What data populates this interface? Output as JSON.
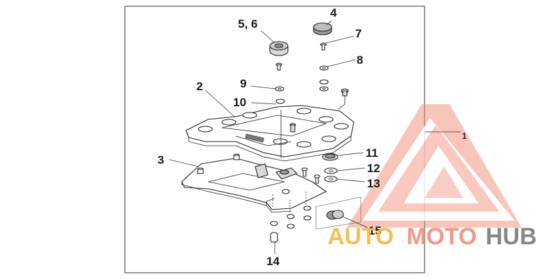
{
  "diagram": {
    "callouts": [
      {
        "id": "c4",
        "label": "4"
      },
      {
        "id": "c56",
        "label": "5, 6"
      },
      {
        "id": "c7",
        "label": "7"
      },
      {
        "id": "c8",
        "label": "8"
      },
      {
        "id": "c2",
        "label": "2"
      },
      {
        "id": "c9",
        "label": "9"
      },
      {
        "id": "c10",
        "label": "10"
      },
      {
        "id": "c3",
        "label": "3"
      },
      {
        "id": "c11",
        "label": "11"
      },
      {
        "id": "c12",
        "label": "12"
      },
      {
        "id": "c13",
        "label": "13"
      },
      {
        "id": "c14",
        "label": "14"
      },
      {
        "id": "c15",
        "label": "15"
      },
      {
        "id": "c1",
        "label": "1"
      }
    ]
  },
  "watermark": {
    "part1": "AUTO",
    "part2": "MOTO",
    "part3": "HUB",
    "color_main": "#f28c7a",
    "color_accent": "#f6b843",
    "color_dark": "#7a7a7a"
  }
}
